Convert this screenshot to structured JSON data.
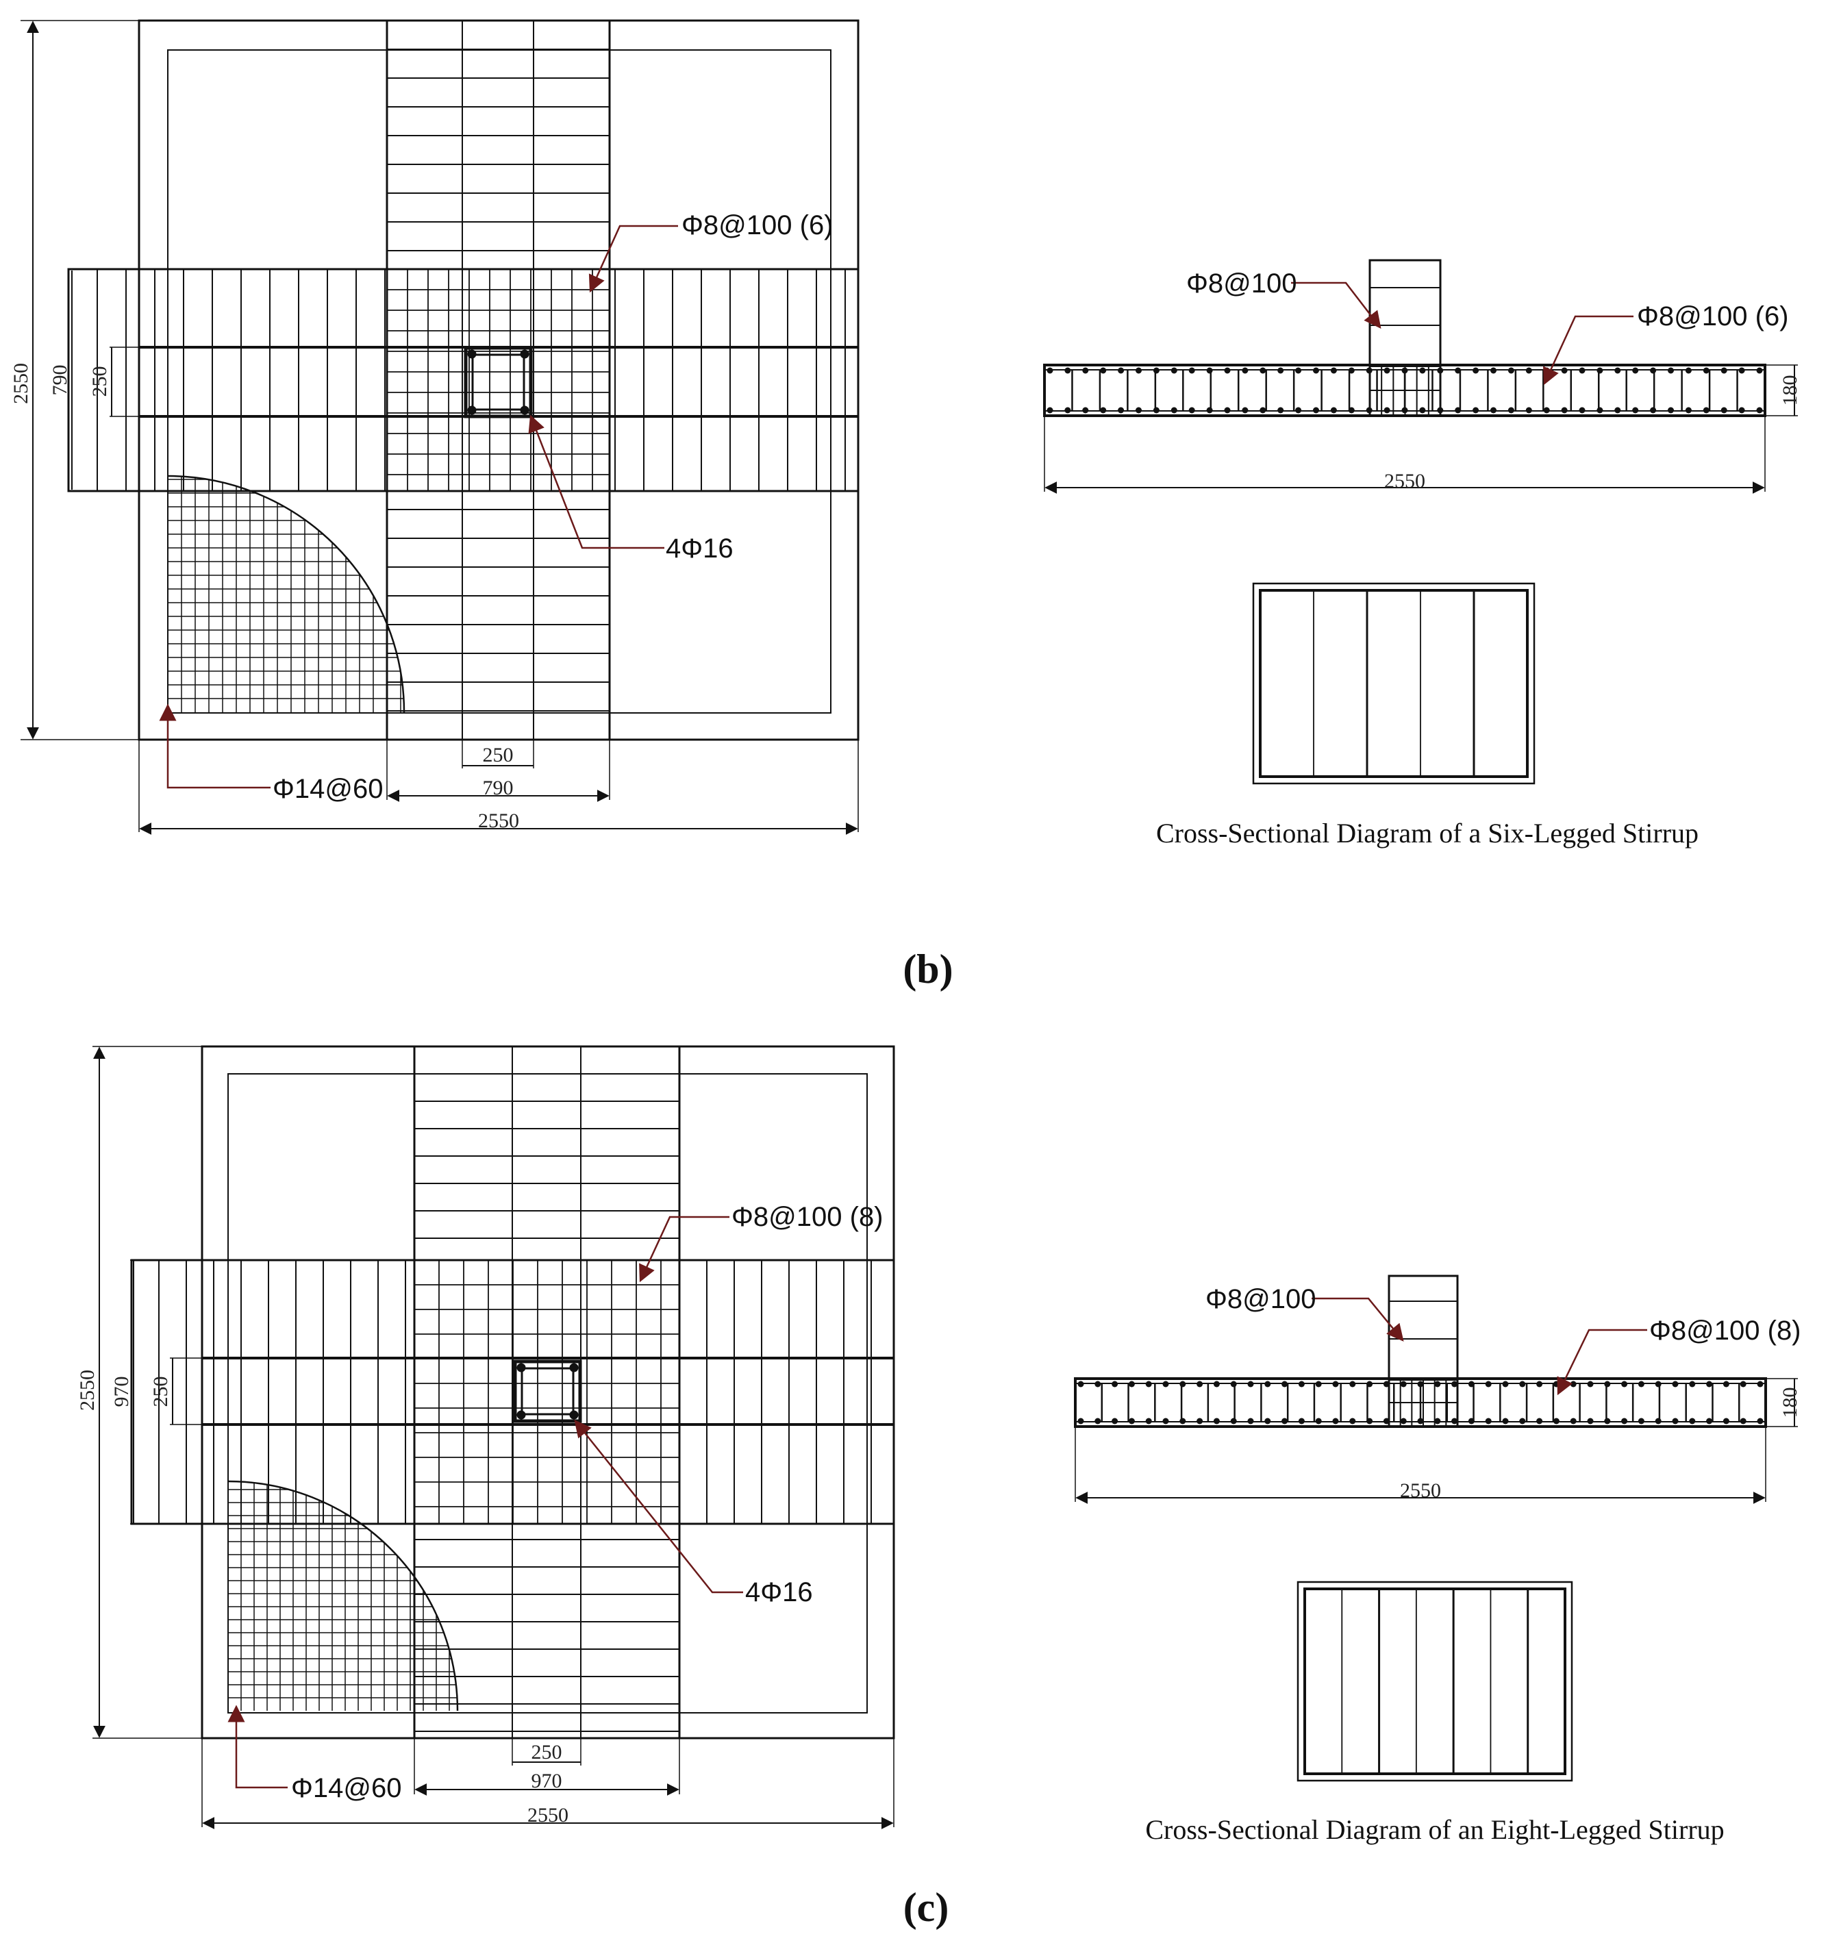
{
  "panel_b": {
    "label": "(b)",
    "plan": {
      "dim_overall": "2550",
      "dim_side": "2550",
      "dim_beam": "790",
      "dim_beam_horizontal": "790",
      "dim_column": "250",
      "dim_column_horizontal": "250",
      "stirrup_label": "Φ8@100 (6)",
      "column_bars_label": "4Φ16",
      "slab_bars_label": "Φ14@60"
    },
    "section": {
      "column_stirrup_label": "Φ8@100",
      "beam_stirrup_label": "Φ8@100 (6)",
      "dim_length": "2550",
      "dim_height": "180",
      "stirrup_caption": "Cross-Sectional Diagram of a Six-Legged Stirrup"
    }
  },
  "panel_c": {
    "label": "(c)",
    "plan": {
      "dim_overall": "2550",
      "dim_side": "2550",
      "dim_beam": "970",
      "dim_beam_horizontal": "970",
      "dim_column": "250",
      "dim_column_horizontal": "250",
      "stirrup_label": "Φ8@100 (8)",
      "column_bars_label": "4Φ16",
      "slab_bars_label": "Φ14@60"
    },
    "section": {
      "column_stirrup_label": "Φ8@100",
      "beam_stirrup_label": "Φ8@100 (8)",
      "dim_length": "2550",
      "dim_height": "180",
      "stirrup_caption": "Cross-Sectional Diagram of an Eight-Legged Stirrup"
    }
  },
  "colors": {
    "line": "#111111",
    "leader": "#6b1a1a"
  }
}
